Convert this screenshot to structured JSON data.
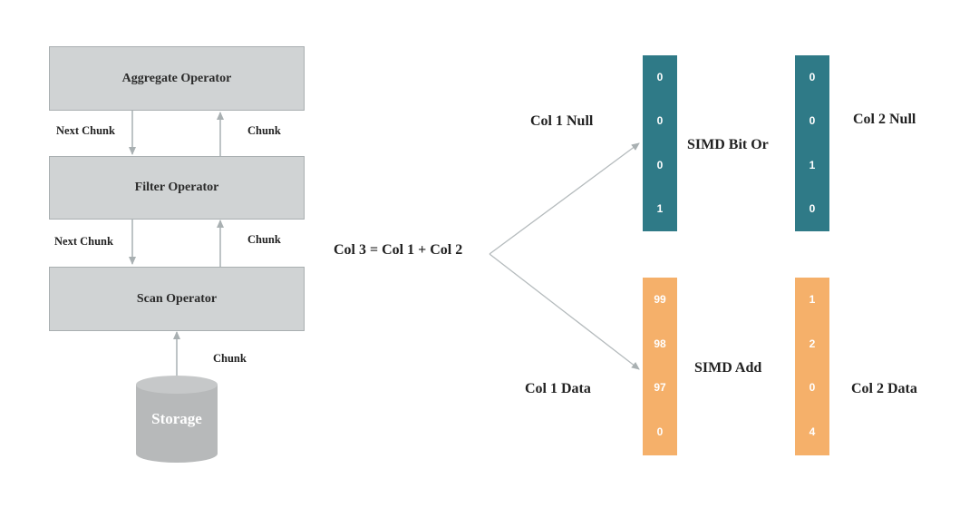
{
  "colors": {
    "operator_fill": "#d0d3d4",
    "storage_fill": "#b7b9ba",
    "null_column": "#2f7a87",
    "data_column": "#f5b06a",
    "arrow": "#a9b0b2"
  },
  "pipeline": {
    "aggregate": "Aggregate Operator",
    "filter": "Filter Operator",
    "scan": "Scan Operator",
    "storage": "Storage",
    "next_chunk_1": "Next Chunk",
    "chunk_1": "Chunk",
    "next_chunk_2": "Next Chunk",
    "chunk_2": "Chunk",
    "chunk_3": "Chunk"
  },
  "expression": "Col 3 = Col 1 + Col 2",
  "null_section": {
    "col1_label": "Col 1 Null",
    "col2_label": "Col 2 Null",
    "op_label": "SIMD Bit Or",
    "col1_values": [
      "0",
      "0",
      "0",
      "1"
    ],
    "col2_values": [
      "0",
      "0",
      "1",
      "0"
    ]
  },
  "data_section": {
    "col1_label": "Col 1 Data",
    "col2_label": "Col 2 Data",
    "op_label": "SIMD Add",
    "col1_values": [
      "99",
      "98",
      "97",
      "0"
    ],
    "col2_values": [
      "1",
      "2",
      "0",
      "4"
    ]
  }
}
